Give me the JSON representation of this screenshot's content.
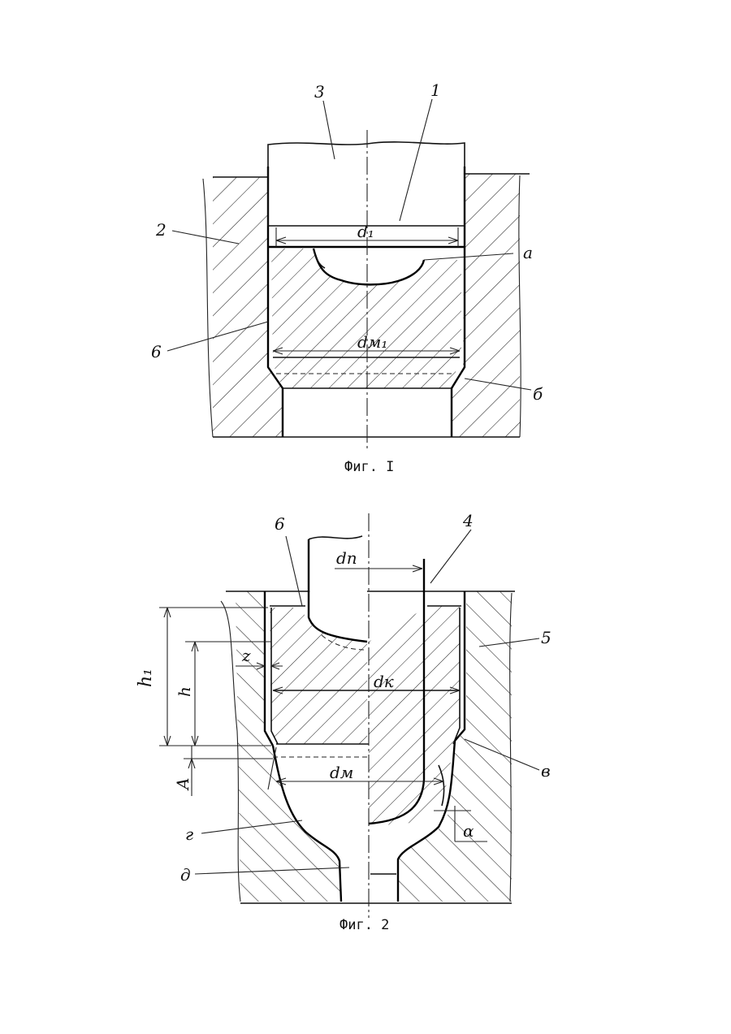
{
  "figure1": {
    "caption": "Фиг. I",
    "labels": {
      "one": "1",
      "two": "2",
      "three": "3",
      "six": "6",
      "a": "а",
      "b": "б",
      "d1": "d₁",
      "dm1": "dм₁"
    }
  },
  "figure2": {
    "caption": "Фиг. 2",
    "labels": {
      "four": "4",
      "five": "5",
      "six": "6",
      "v": "в",
      "g": "г",
      "d": "д",
      "dn": "dп",
      "dk": "dк",
      "dm": "dм",
      "h1": "h₁",
      "h": "h",
      "z": "z",
      "A": "A",
      "alpha": "α"
    }
  }
}
